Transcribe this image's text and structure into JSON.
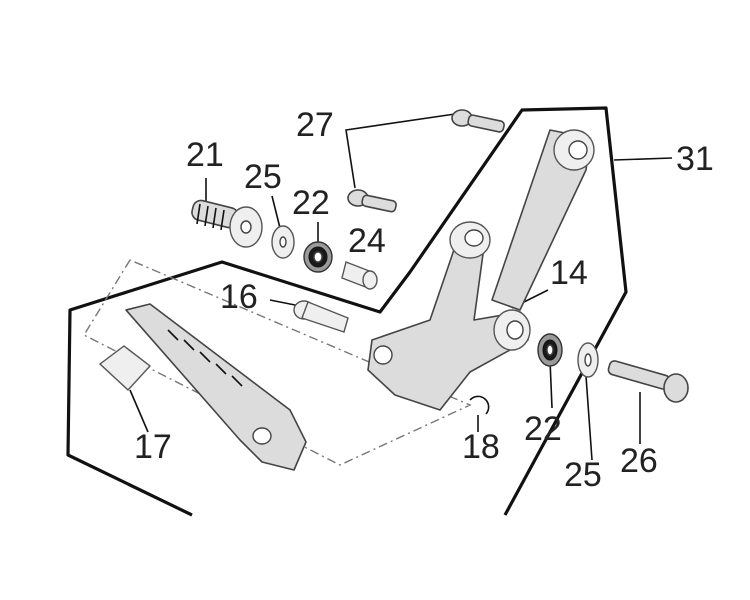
{
  "callouts": {
    "c21": "21",
    "c25a": "25",
    "c22a": "22",
    "c27": "27",
    "c24": "24",
    "c31": "31",
    "c14": "14",
    "c16": "16",
    "c17": "17",
    "c18": "18",
    "c22b": "22",
    "c25b": "25",
    "c26": "26"
  }
}
